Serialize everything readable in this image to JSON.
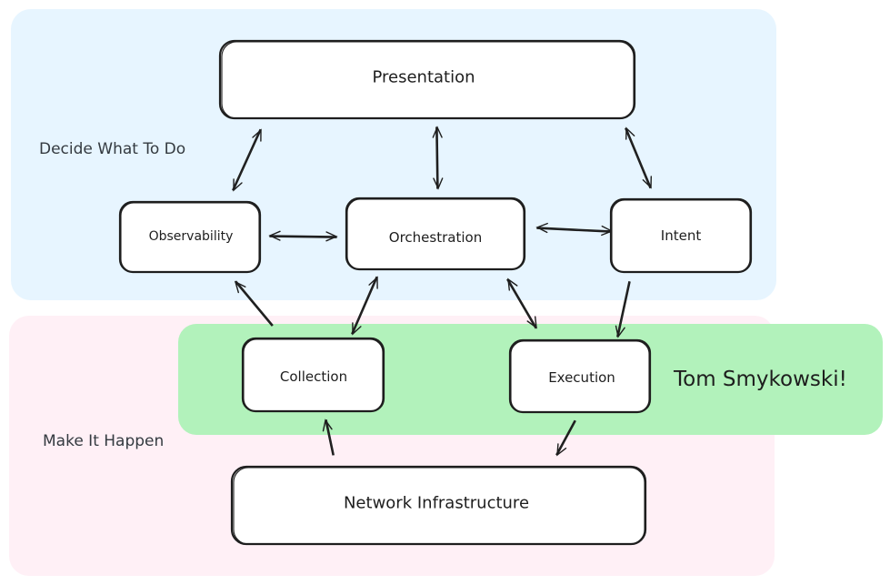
{
  "zones": {
    "decide": {
      "label": "Decide What To Do",
      "color": "#e7f5ff"
    },
    "make": {
      "label": "Make It Happen",
      "color": "#fff0f6"
    },
    "highlight": {
      "label": "Tom Smykowski!",
      "color": "#b2f2bb"
    }
  },
  "nodes": {
    "presentation": "Presentation",
    "observability": "Observability",
    "orchestration": "Orchestration",
    "intent": "Intent",
    "collection": "Collection",
    "execution": "Execution",
    "network": "Network Infrastructure"
  },
  "edges": [
    {
      "from": "presentation",
      "to": "observability",
      "direction": "both"
    },
    {
      "from": "presentation",
      "to": "orchestration",
      "direction": "both"
    },
    {
      "from": "presentation",
      "to": "intent",
      "direction": "both"
    },
    {
      "from": "observability",
      "to": "orchestration",
      "direction": "both"
    },
    {
      "from": "orchestration",
      "to": "intent",
      "direction": "both"
    },
    {
      "from": "orchestration",
      "to": "collection",
      "direction": "both"
    },
    {
      "from": "orchestration",
      "to": "execution",
      "direction": "both"
    },
    {
      "from": "collection",
      "to": "observability",
      "direction": "forward"
    },
    {
      "from": "intent",
      "to": "execution",
      "direction": "forward"
    },
    {
      "from": "network",
      "to": "collection",
      "direction": "forward"
    },
    {
      "from": "execution",
      "to": "network",
      "direction": "forward"
    }
  ],
  "colors": {
    "stroke": "#1e1e1e",
    "text": "#1e1e1e",
    "zone_text": "#343a40",
    "node_fill": "#ffffff"
  }
}
